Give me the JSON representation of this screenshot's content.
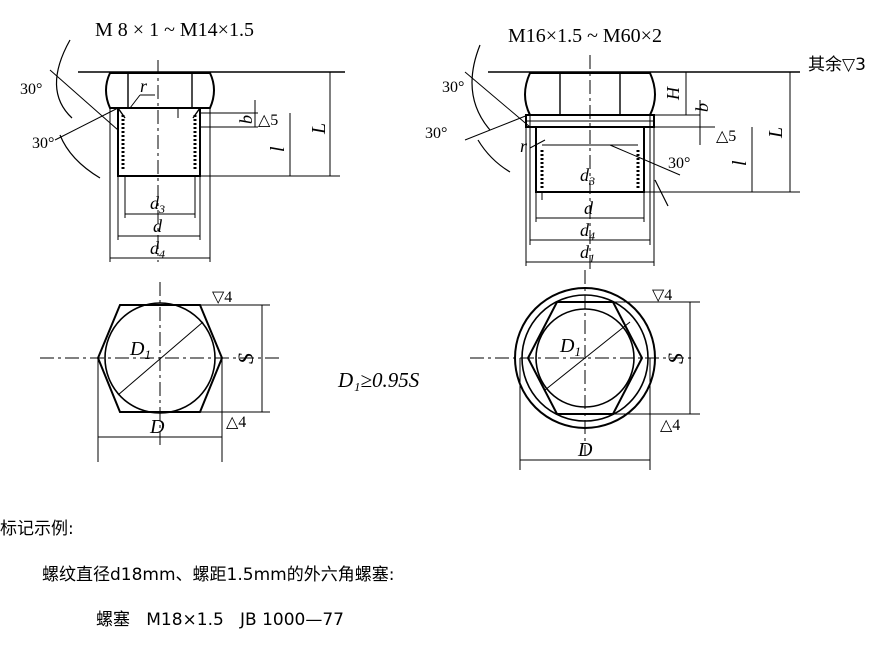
{
  "figure": {
    "left_title": "M 8 × 1 ~ M14×1.5",
    "right_title": "M16×1.5 ~ M60×2",
    "surface_note": "其余▽3",
    "angle_label": "30°",
    "dims": {
      "r": "r",
      "b": "b",
      "L": "L",
      "l": "l",
      "H": "H",
      "S": "S",
      "D": "D",
      "D1": "D",
      "D1_sub": "1",
      "d": "d",
      "d3": "d",
      "d3_sub": "3",
      "d4": "d",
      "d4_sub": "4",
      "d1": "d",
      "d1_sub": "1"
    },
    "finish": {
      "tri5": "△5",
      "tri4": "△4",
      "tri4_top": "▽4"
    },
    "formula": "D₁≥0.95S"
  },
  "marking": {
    "heading": "标记示例:",
    "description": "螺纹直径d18mm、螺距1.5mm的外六角螺塞:",
    "designation": "螺塞   M18×1.5   JB 1000—77"
  }
}
